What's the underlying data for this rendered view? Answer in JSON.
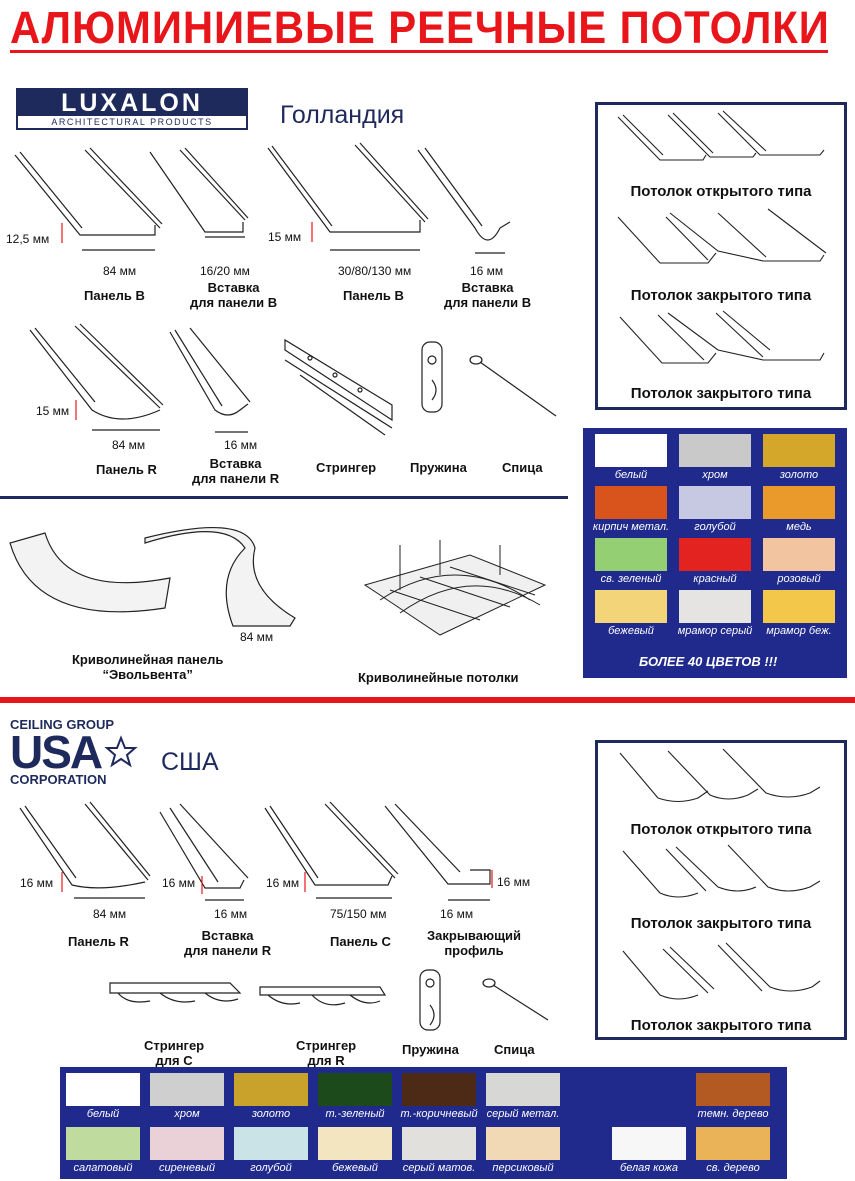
{
  "title": "АЛЮМИНИЕВЫЕ РЕЕЧНЫЕ ПОТОЛКИ",
  "luxalon": {
    "logo_main": "LUXALON",
    "logo_sub": "ARCHITECTURAL PRODUCTS",
    "country": "Голландия",
    "dims": {
      "d1": "12,5 мм",
      "d2": "84 мм",
      "d3": "16/20 мм",
      "d4": "15 мм",
      "d5": "30/80/130 мм",
      "d6": "16 мм",
      "d7": "15 мм",
      "d8": "84 мм",
      "d9": "16 мм",
      "d10": "84 мм"
    },
    "names": {
      "n1": "Панель B",
      "n2a": "Вставка",
      "n2b": "для панели B",
      "n3": "Панель B",
      "n4a": "Вставка",
      "n4b": "для панели B",
      "n5": "Панель R",
      "n6a": "Вставка",
      "n6b": "для панели R",
      "n7": "Стрингер",
      "n8": "Пружина",
      "n9": "Спица",
      "n10a": "Криволинейная панель",
      "n10b": "“Эвольвента”",
      "n11": "Криволинейные потолки"
    },
    "types": [
      "Потолок открытого типа",
      "Потолок закрытого типа",
      "Потолок закрытого типа"
    ],
    "colors": [
      {
        "label": "белый",
        "color": "#ffffff"
      },
      {
        "label": "хром",
        "color": "#c9c9c9"
      },
      {
        "label": "золото",
        "color": "#d4a62a"
      },
      {
        "label": "кирпич метал.",
        "color": "#d9541c"
      },
      {
        "label": "голубой",
        "color": "#c7c9e2"
      },
      {
        "label": "медь",
        "color": "#e99a2a"
      },
      {
        "label": "св. зеленый",
        "color": "#95cf74"
      },
      {
        "label": "красный",
        "color": "#e3231f"
      },
      {
        "label": "розовый",
        "color": "#f2c4a0"
      },
      {
        "label": "бежевый",
        "color": "#f4d479"
      },
      {
        "label": "мрамор серый",
        "color": "#e6e4e2"
      },
      {
        "label": "мрамор беж.",
        "color": "#f2c74a"
      }
    ],
    "more": "БОЛЕЕ 40 ЦВЕТОВ !!!"
  },
  "usa": {
    "logo_top": "CEILING GROUP",
    "logo_mid": "USA",
    "logo_bot": "CORPORATION",
    "country": "США",
    "dims": {
      "d1": "16 мм",
      "d2": "84 мм",
      "d3": "16 мм",
      "d4": "16 мм",
      "d5": "16 мм",
      "d6": "75/150 мм",
      "d7": "16 мм",
      "d8": "16 мм"
    },
    "names": {
      "n1": "Панель R",
      "n2a": "Вставка",
      "n2b": "для панели R",
      "n3": "Панель C",
      "n4a": "Закрывающий",
      "n4b": "профиль",
      "n5a": "Стрингер",
      "n5b": "для C",
      "n6a": "Стрингер",
      "n6b": "для R",
      "n7": "Пружина",
      "n8": "Спица"
    },
    "types": [
      "Потолок открытого типа",
      "Потолок закрытого типа",
      "Потолок закрытого типа"
    ],
    "colors_top": [
      {
        "label": "белый",
        "color": "#ffffff"
      },
      {
        "label": "хром",
        "color": "#cfcfcf"
      },
      {
        "label": "золото",
        "color": "#c9a22c"
      },
      {
        "label": "т.-зеленый",
        "color": "#1d4a1a"
      },
      {
        "label": "т.-коричневый",
        "color": "#4d2a16"
      },
      {
        "label": "серый метал.",
        "color": "#d7d7d5"
      },
      {
        "label": "темн. дерево",
        "color": "#b35a23"
      }
    ],
    "colors_bot": [
      {
        "label": "салатовый",
        "color": "#bfdc9e"
      },
      {
        "label": "сиреневый",
        "color": "#ead1d8"
      },
      {
        "label": "голубой",
        "color": "#c9e3e7"
      },
      {
        "label": "бежевый",
        "color": "#f2e5c0"
      },
      {
        "label": "серый матов.",
        "color": "#e2e0dc"
      },
      {
        "label": "персиковый",
        "color": "#f2d9b5"
      },
      {
        "label": "белая кожа",
        "color": "#f7f7f7"
      },
      {
        "label": "св. дерево",
        "color": "#eab358"
      }
    ]
  }
}
